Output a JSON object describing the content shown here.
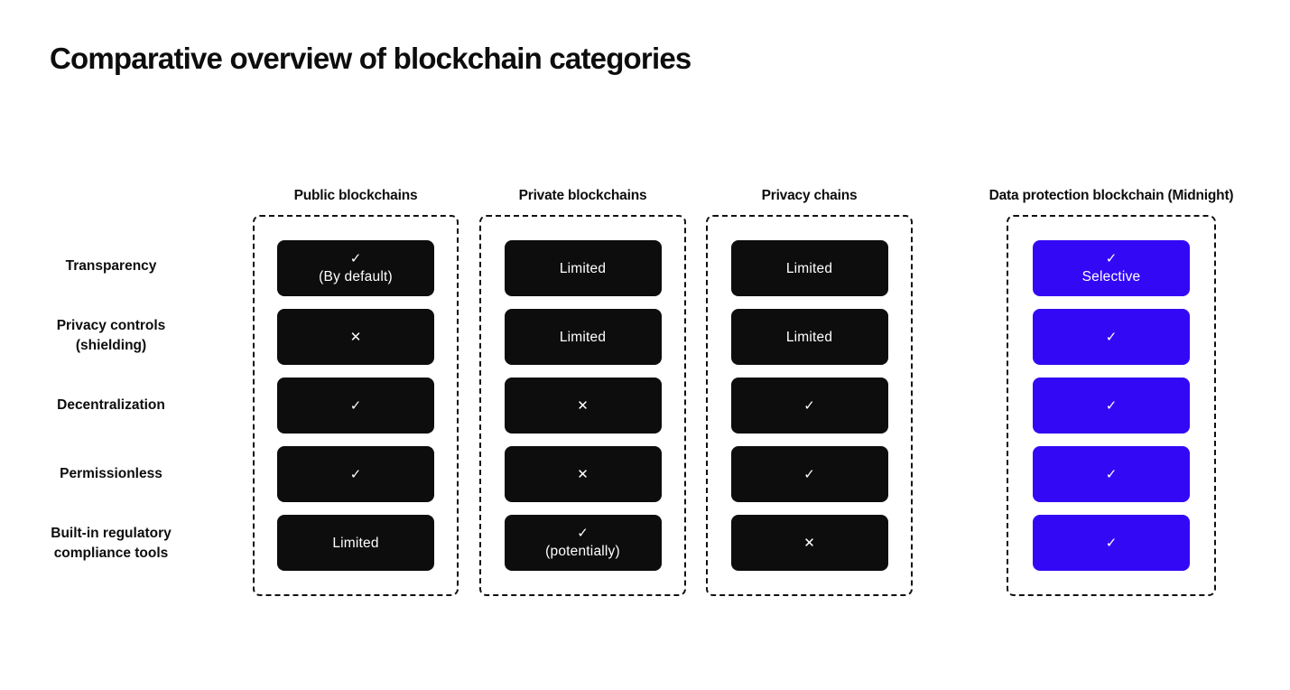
{
  "title": "Comparative overview of blockchain categories",
  "colors": {
    "background": "#FFFFFF",
    "cell_dark": "#0D0D0D",
    "cell_highlight_blue": "#3309F5",
    "cell_text": "#FFFFFF",
    "outline": "#111111",
    "heading_text": "#0D0D0D"
  },
  "rows": [
    {
      "line1": "Transparency",
      "line2": ""
    },
    {
      "line1": "Privacy controls",
      "line2": "(shielding)"
    },
    {
      "line1": "Decentralization",
      "line2": ""
    },
    {
      "line1": "Permissionless",
      "line2": ""
    },
    {
      "line1": "Built-in regulatory",
      "line2": "compliance tools"
    }
  ],
  "columns": [
    {
      "header": "Public blockchains",
      "accent": "#0D0D0D",
      "cells": [
        {
          "glyph": "✓",
          "text": "(By default)"
        },
        {
          "glyph": "✕",
          "text": ""
        },
        {
          "glyph": "✓",
          "text": ""
        },
        {
          "glyph": "✓",
          "text": ""
        },
        {
          "glyph": "",
          "text": "Limited"
        }
      ]
    },
    {
      "header": "Private blockchains",
      "accent": "#0D0D0D",
      "cells": [
        {
          "glyph": "",
          "text": "Limited"
        },
        {
          "glyph": "",
          "text": "Limited"
        },
        {
          "glyph": "✕",
          "text": ""
        },
        {
          "glyph": "✕",
          "text": ""
        },
        {
          "glyph": "✓",
          "text": "(potentially)"
        }
      ]
    },
    {
      "header": "Privacy chains",
      "accent": "#0D0D0D",
      "cells": [
        {
          "glyph": "",
          "text": "Limited"
        },
        {
          "glyph": "",
          "text": "Limited"
        },
        {
          "glyph": "✓",
          "text": ""
        },
        {
          "glyph": "✓",
          "text": ""
        },
        {
          "glyph": "✕",
          "text": ""
        }
      ]
    },
    {
      "header": "Data protection blockchain (Midnight)",
      "accent": "#3309F5",
      "cells": [
        {
          "glyph": "✓",
          "text": "Selective"
        },
        {
          "glyph": "✓",
          "text": ""
        },
        {
          "glyph": "✓",
          "text": ""
        },
        {
          "glyph": "✓",
          "text": ""
        },
        {
          "glyph": "✓",
          "text": ""
        }
      ]
    }
  ]
}
